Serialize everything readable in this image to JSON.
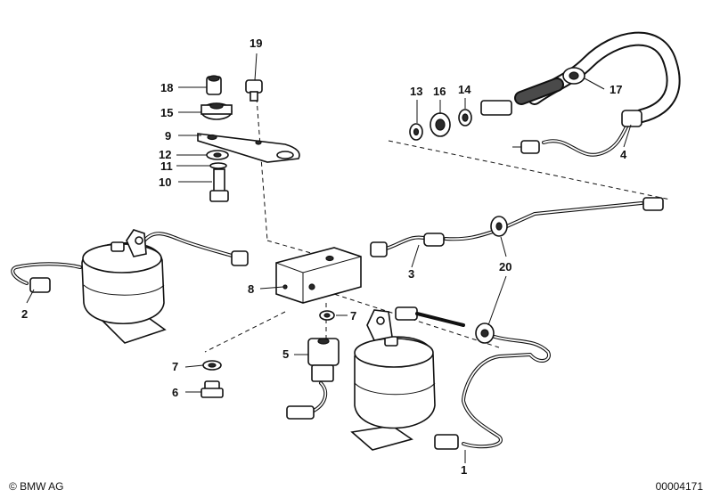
{
  "callouts": [
    "1",
    "2",
    "3",
    "4",
    "5",
    "6",
    "7",
    "7",
    "8",
    "9",
    "10",
    "11",
    "12",
    "13",
    "14",
    "15",
    "16",
    "17",
    "18",
    "19",
    "20"
  ],
  "footer": {
    "copyright": "© BMW AG",
    "doc_number": "00004171"
  }
}
